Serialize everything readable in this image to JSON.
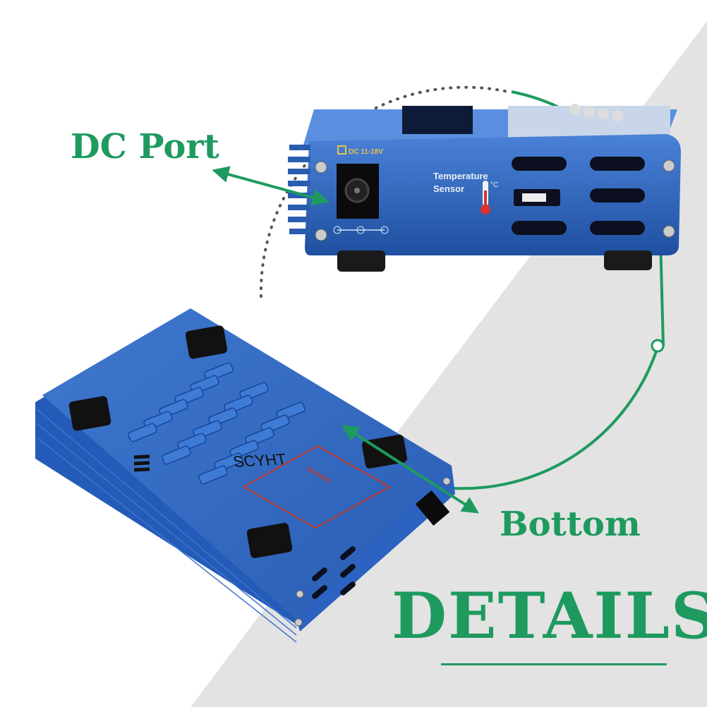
{
  "labels": {
    "dc_port": "DC Port",
    "bottom": "Bottom",
    "details": "DETAILS"
  },
  "device_text": {
    "dc_input": "DC 11-18V",
    "temperature": "Temperature",
    "sensor": "Sensor",
    "celsius": "°C",
    "brand": "SCYHT",
    "warning_title": "WARNING"
  },
  "colors": {
    "accent_green": "#1e9a5f",
    "device_blue": "#2f62b8",
    "background_gray": "#e3e3e3",
    "dot_gray": "#555555"
  }
}
